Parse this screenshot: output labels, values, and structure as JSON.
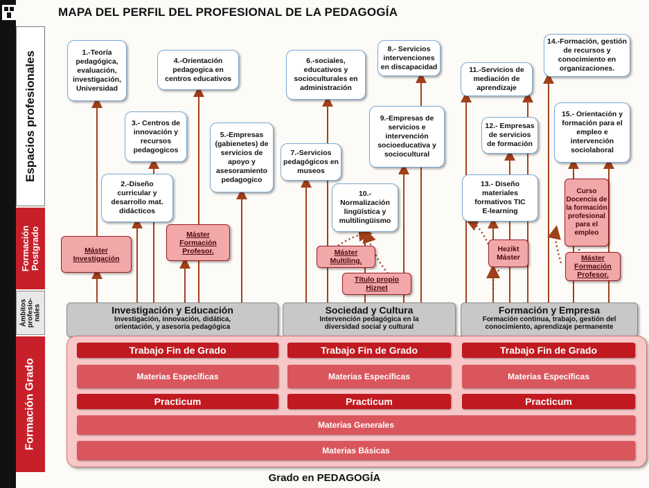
{
  "title": "MAPA DEL PERFIL DEL PROFESIONAL DE LA PEDAGOGÍA",
  "footer": "Grado en PEDAGOGÍA",
  "sidebar": {
    "espacios": "Espacios profesionales",
    "postgrado": "Formación\nPostgrado",
    "ambitos": "Ámbitos\nprofesio-\nnales",
    "grado": "Formación Grado"
  },
  "spaces": [
    "1.-Teoría\npedagógica,\nevaluación,\ninvestigación,\nUniversidad",
    "2.-Diseño\ncurricular y\ndesarrollo mat.\ndidácticos",
    "3.- Centros de\ninnovación y\nrecursos\npedagogicos",
    "4.-Orientación\npedagogica en\ncentros educativos",
    "5.-Empresas\n(gabienetes) de\nservicios de\napoyo y\nasesoramiento\npedagogico",
    "6.-sociales,\neducativos y\nsocioculturales en\nadministración",
    "7.-Servicios\npedagógicos en\nmuseos",
    "8.- Servicios\nintervenciones\nen discapacidad",
    "9.-Empresas de\nservicios e\nintervención\nsocioeducativa y\nsociocultural",
    "10.-\nNormalización\nlingüística y\nmultilingüismo",
    "11.-Servicios de\nmediación de\naprendizaje",
    "12.- Empresas\nde servicios\nde formación",
    "13.- Diseño\nmateriales\nformativos TIC\nE-learning",
    "14.-Formación, gestión\nde recursos y\nconocimiento en\norganizaciones.",
    "15.- Orientación y\nformación para el\nempleo e\nintervención\nsociolaboral"
  ],
  "postgrado": {
    "master_investigacion": "Máster\nInvestigación",
    "master_formacion_1": "Máster\nFormación\nProfesor.",
    "master_multiling": "Máster\nMultiling.",
    "titulo_hiznet": "Título propio\nHiznet",
    "hezikt_master": "Hezikt\nMáster",
    "curso_docencia": "Curso\nDocencia de\nla formación\nprofesional\npara el\nempleo",
    "master_formacion_2": "Máster\nFormación\nProfesor."
  },
  "ambitos": [
    {
      "title": "Investigación y Educación",
      "subtitle": "Investigación, innovación, didática,\norientación, y asesoria pedagógica"
    },
    {
      "title": "Sociedad y Cultura",
      "subtitle": "Intervención pedagógica en la\ndiversidad social y cultural"
    },
    {
      "title": "Formación y Empresa",
      "subtitle": "Formación continua, trabajo, gestión del\nconocimiento, aprendizaje permanente"
    }
  ],
  "grado": {
    "tfg": "Trabajo Fin de Grado",
    "especificas": "Materias Específicas",
    "practicum": "Practicum",
    "generales": "Materias Generales",
    "basicas": "Materias Básicas"
  },
  "colors": {
    "red": "#c8202a",
    "pink": "#f2a7a9",
    "arrow": "#a0401a",
    "box_border": "#7aaad6"
  }
}
